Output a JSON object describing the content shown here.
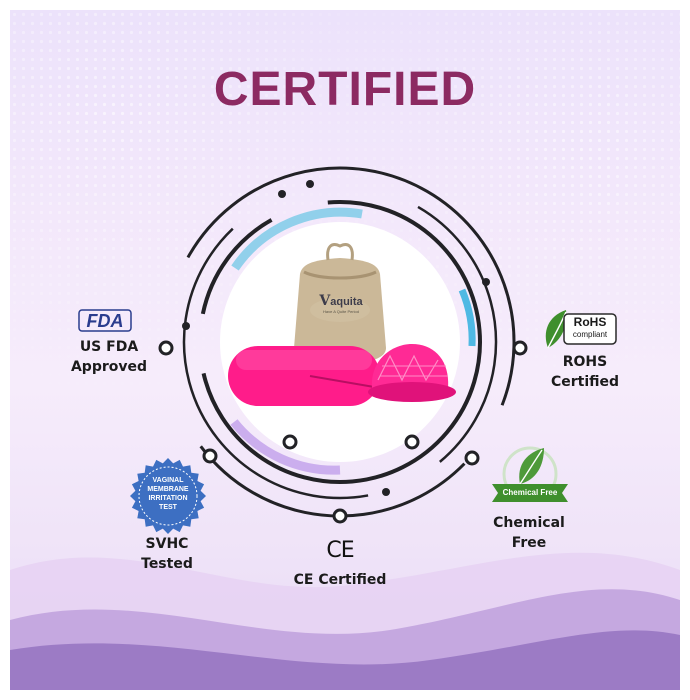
{
  "title": "CERTIFIED",
  "colors": {
    "title": "#8c2a62",
    "ring": "#222226",
    "accent_blue": "#7fcbe8",
    "accent_purple": "#c7a7ec",
    "product_pink": "#ff1c8a",
    "pouch": "#c7b497",
    "rohs_green": "#3f8f2d",
    "vaginal_badge": "#3d6fc2"
  },
  "product": {
    "brand": "aquita",
    "brand_initial": "V",
    "tagline": "Have A Quite Period"
  },
  "badges": {
    "fda": {
      "logo_text": "FDA",
      "line1": "US FDA",
      "line2": "Approved",
      "icon": "fda-logo-icon"
    },
    "rohs": {
      "logo_title": "RoHS",
      "logo_sub": "compliant",
      "line1": "ROHS",
      "line2": "Certified",
      "icon": "rohs-leaf-icon"
    },
    "vaginal": {
      "line1": "VAGINAL",
      "line2": "MEMBRANE",
      "line3": "IRRITATION",
      "line4": "TEST",
      "label1": "SVHC",
      "label2": "Tested",
      "icon": "seal-badge-icon"
    },
    "chemical": {
      "ribbon": "Chemical Free",
      "line1": "Chemical",
      "line2": "Free",
      "icon": "leaf-ribbon-icon"
    },
    "ce": {
      "mark": "CE",
      "label": "CE Certified",
      "icon": "ce-mark-icon"
    }
  }
}
